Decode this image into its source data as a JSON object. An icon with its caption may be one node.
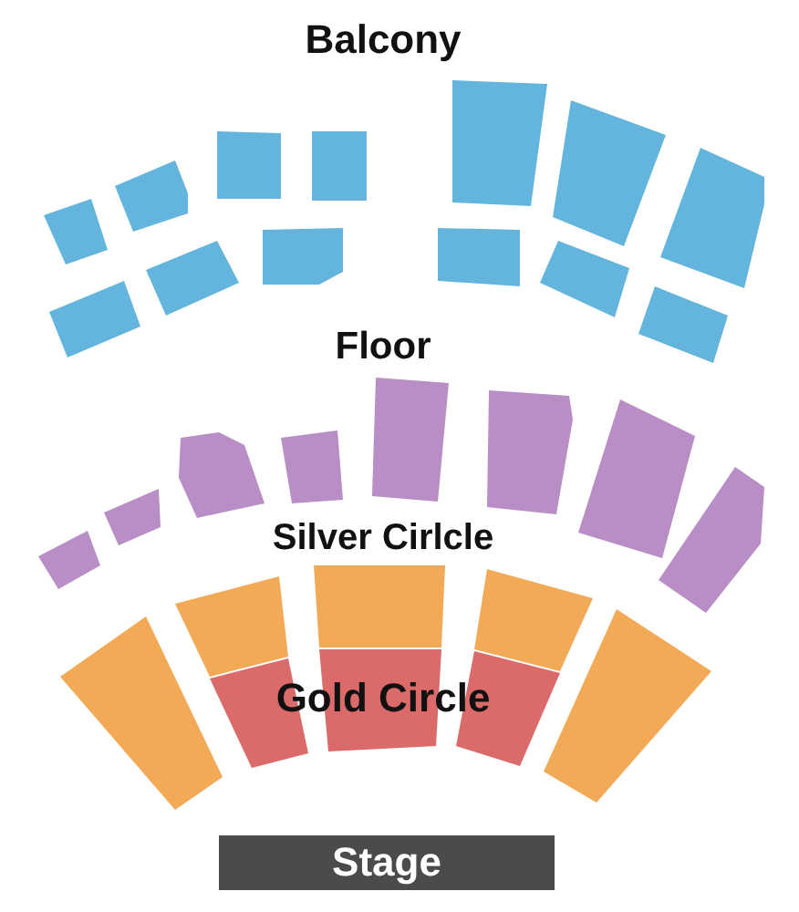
{
  "diagram": {
    "nodes": [
      {
        "text": [],
        "shape": "box"
      },
      {
        "text": [],
        "shape": "box"
      },
      {
        "text": [],
        "shape": "box"
      },
      {
        "text": [],
        "shape": "box"
      },
      {
        "text": [],
        "shape": "box"
      },
      {
        "text": [],
        "shape": "box"
      },
      {
        "text": [],
        "shape": "box"
      },
      {
        "text": [],
        "shape": "box"
      },
      {
        "text": [],
        "shape": "box"
      },
      {
        "text": [],
        "shape": "box"
      },
      {
        "text": [],
        "shape": "box"
      },
      {
        "text": [],
        "shape": "box"
      },
      {
        "text": [],
        "shape": "box"
      },
      {
        "text": [],
        "shape": "box"
      },
      {
        "text": [],
        "shape": "box"
      },
      {
        "text": [],
        "shape": "box"
      },
      {
        "text": [],
        "shape": "box"
      },
      {
        "text": [],
        "shape": "box"
      },
      {
        "text": [],
        "shape": "box"
      },
      {
        "text": [],
        "shape": "box"
      },
      {
        "text": [],
        "shape": "box"
      },
      {
        "text": [],
        "shape": "box"
      },
      {
        "text": [],
        "shape": "box"
      },
      {
        "text": [],
        "shape": "box"
      },
      {
        "text": [],
        "shape": "box"
      },
      {
        "text": [],
        "shape": "box"
      },
      {
        "text": [],
        "shape": "box"
      },
      {
        "text": [],
        "shape": "box"
      },
      {
        "text": [],
        "shape": "box"
      },
      {
        "text": [
          "Stage"
        ]
      }
    ],
    "labels": [
      "Balcony",
      "Floor",
      "Silver Cirlcle",
      "Gold Circle"
    ]
  }
}
